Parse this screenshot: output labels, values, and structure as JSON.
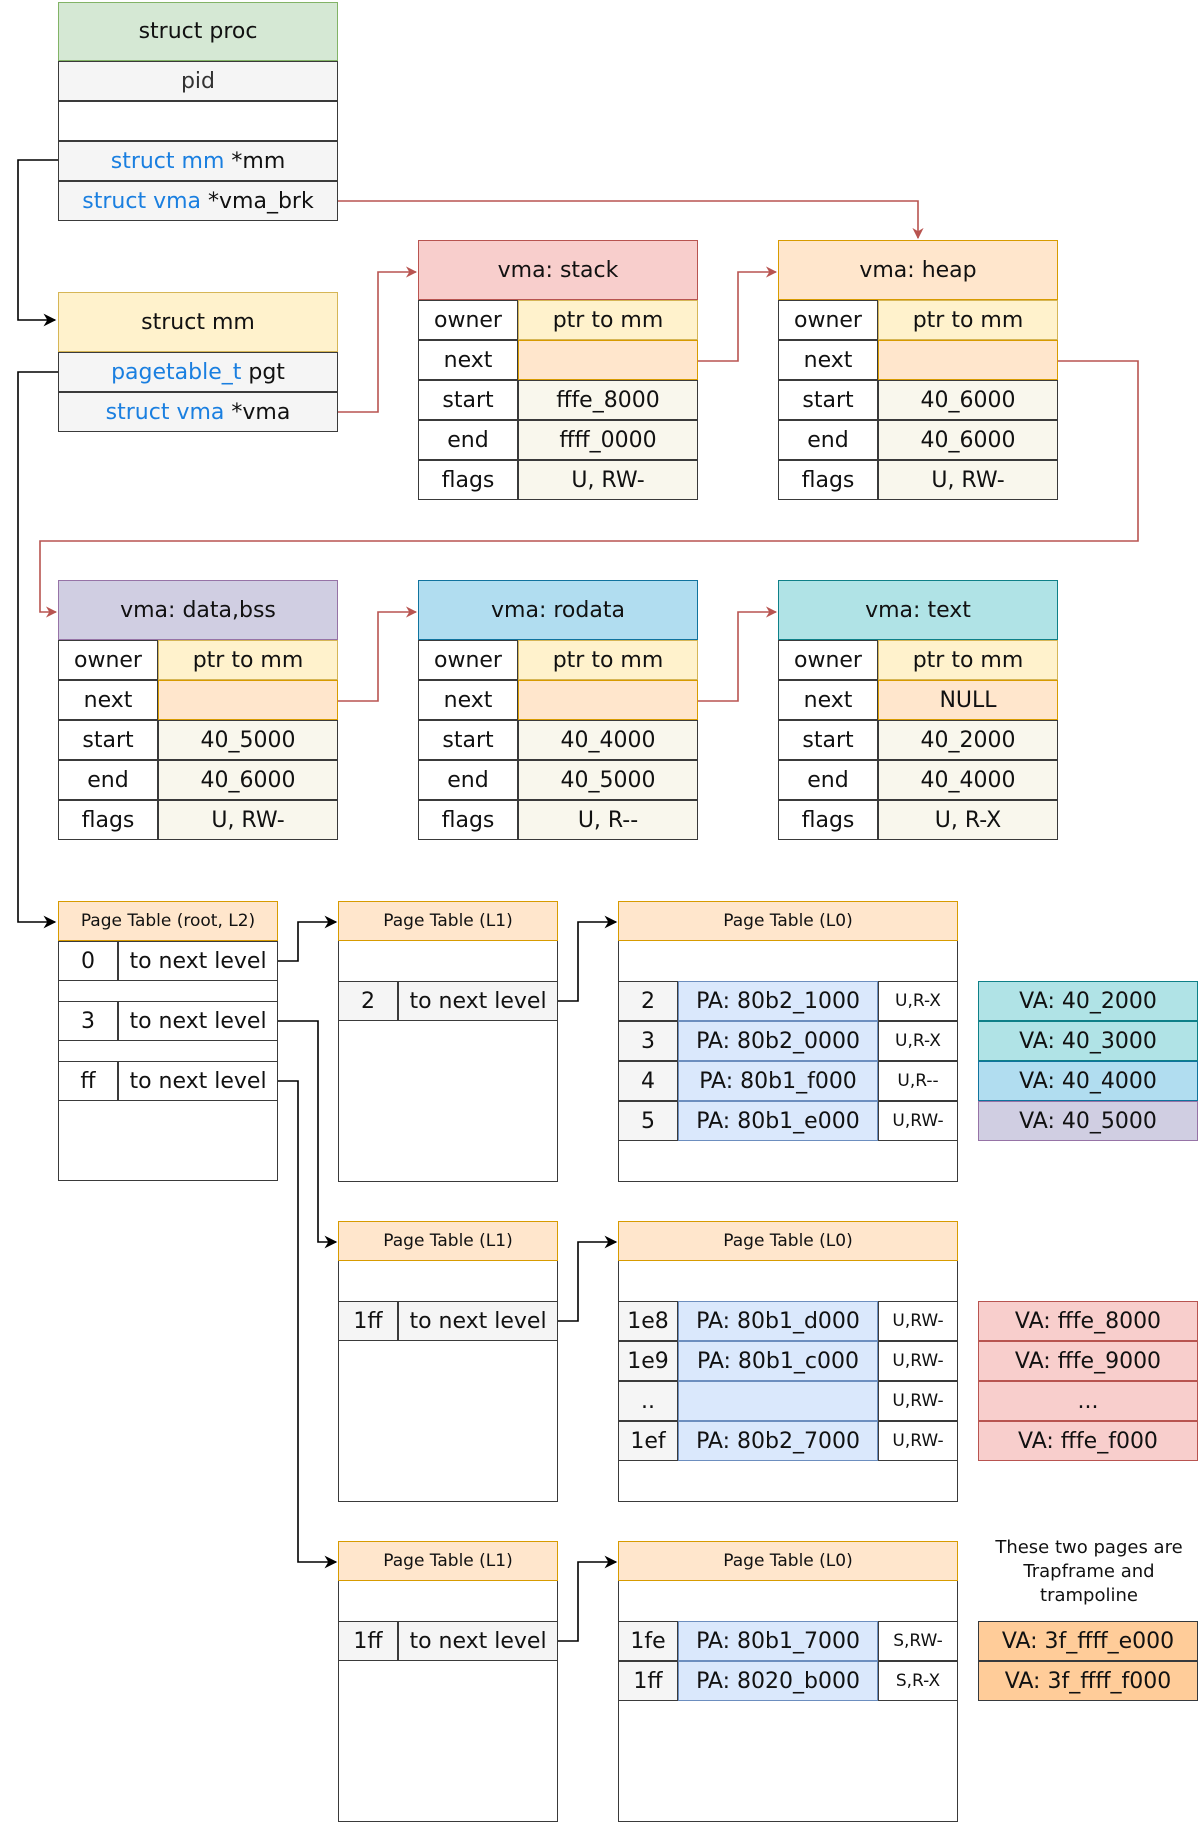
{
  "proc": {
    "title": "struct proc",
    "pid": "pid",
    "mm_kw": "struct mm",
    "mm_name": " *mm",
    "brk_kw": "struct vma",
    "brk_name": " *vma_brk"
  },
  "mm": {
    "title": "struct mm",
    "pgt_kw": "pagetable_t",
    "pgt_name": " pgt",
    "vma_kw": "struct vma",
    "vma_name": " *vma"
  },
  "vma_labels": {
    "owner": "owner",
    "next": "next",
    "start": "start",
    "end": "end",
    "flags": "flags"
  },
  "vmas": [
    {
      "title": "vma: stack",
      "owner": "ptr to mm",
      "next": "",
      "start": "fffe_8000",
      "end": "ffff_0000",
      "flags": "U, RW-"
    },
    {
      "title": "vma: heap",
      "owner": "ptr to mm",
      "next": "",
      "start": "40_6000",
      "end": "40_6000",
      "flags": "U, RW-"
    },
    {
      "title": "vma: data,bss",
      "owner": "ptr to mm",
      "next": "",
      "start": "40_5000",
      "end": "40_6000",
      "flags": "U, RW-"
    },
    {
      "title": "vma: rodata",
      "owner": "ptr to mm",
      "next": "",
      "start": "40_4000",
      "end": "40_5000",
      "flags": "U, R--"
    },
    {
      "title": "vma: text",
      "owner": "ptr to mm",
      "next": "NULL",
      "start": "40_2000",
      "end": "40_4000",
      "flags": "U, R-X"
    }
  ],
  "root": {
    "title": "Page Table (root, L2)",
    "entries": [
      {
        "idx": "0",
        "label": "to next level"
      },
      {
        "idx": "3",
        "label": "to next level"
      },
      {
        "idx": "ff",
        "label": "to next level"
      }
    ]
  },
  "l1": [
    {
      "title": "Page Table (L1)",
      "idx": "2",
      "label": "to next level"
    },
    {
      "title": "Page Table (L1)",
      "idx": "1ff",
      "label": "to next level"
    },
    {
      "title": "Page Table (L1)",
      "idx": "1ff",
      "label": "to next level"
    }
  ],
  "l0": [
    {
      "title": "Page Table (L0)",
      "rows": [
        {
          "idx": "2",
          "pa": "PA: 80b2_1000",
          "flags": "U,R-X"
        },
        {
          "idx": "3",
          "pa": "PA: 80b2_0000",
          "flags": "U,R-X"
        },
        {
          "idx": "4",
          "pa": "PA: 80b1_f000",
          "flags": "U,R--"
        },
        {
          "idx": "5",
          "pa": "PA: 80b1_e000",
          "flags": "U,RW-"
        }
      ]
    },
    {
      "title": "Page Table (L0)",
      "rows": [
        {
          "idx": "1e8",
          "pa": "PA: 80b1_d000",
          "flags": "U,RW-"
        },
        {
          "idx": "1e9",
          "pa": "PA: 80b1_c000",
          "flags": "U,RW-"
        },
        {
          "idx": "..",
          "pa": "",
          "flags": "U,RW-"
        },
        {
          "idx": "1ef",
          "pa": "PA: 80b2_7000",
          "flags": "U,RW-"
        }
      ]
    },
    {
      "title": "Page Table (L0)",
      "rows": [
        {
          "idx": "1fe",
          "pa": "PA: 80b1_7000",
          "flags": "S,RW-"
        },
        {
          "idx": "1ff",
          "pa": "PA: 8020_b000",
          "flags": "S,R-X"
        }
      ]
    }
  ],
  "va_groups": [
    [
      "VA: 40_2000",
      "VA: 40_3000",
      "VA: 40_4000",
      "VA: 40_5000"
    ],
    [
      "VA: fffe_8000",
      "VA: fffe_9000",
      "...",
      "VA: fffe_f000"
    ],
    [
      "VA: 3f_ffff_e000",
      "VA: 3f_ffff_f000"
    ]
  ],
  "note": "These two pages are Trapframe and trampoline",
  "colors": {
    "proc_header": "#d5e8d4",
    "mm_header": "#fff2cc",
    "field_bg": "#f5f5f5",
    "stack": "#f8cecc",
    "heap": "#ffe6cc",
    "data": "#d0cee2",
    "rodata": "#b1ddf0",
    "text": "#b0e3e6",
    "owner_value": "#fff2cc",
    "next_value": "#ffe6cc",
    "value_bg": "#f9f7ed",
    "pt_header": "#ffe6cc",
    "pa_bg": "#dae8fc",
    "keyword": "#1a7fe0",
    "link": "#b85450"
  }
}
